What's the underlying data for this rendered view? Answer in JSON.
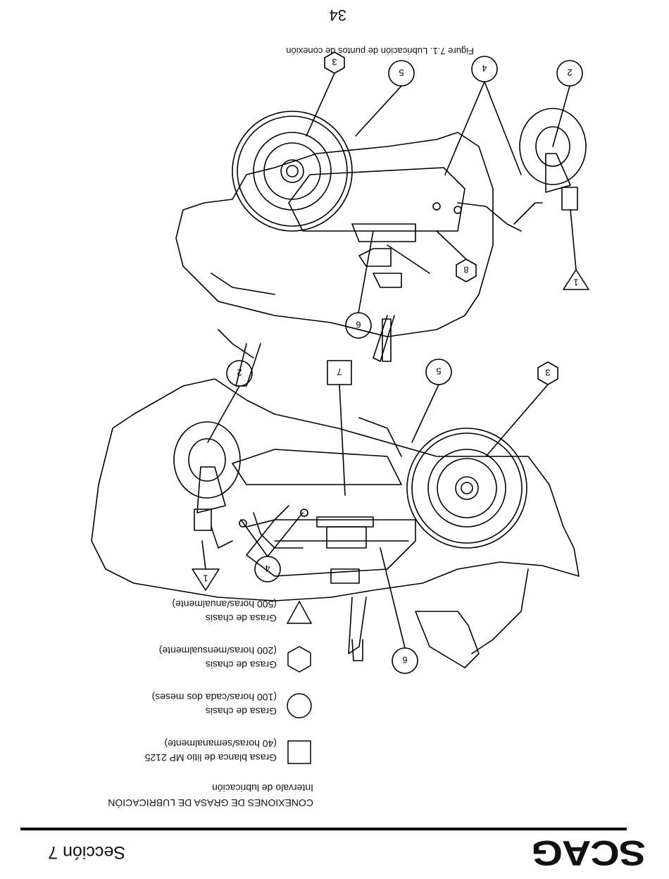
{
  "header": {
    "brand": "SCAG",
    "section": "Sección  7"
  },
  "legend": {
    "title_line1": "CONEXIONES DE GRASA DE LUBRICACIÓN",
    "title_line2": "Intervalo de lubricación",
    "items": [
      {
        "shape": "square",
        "line1": "Grasa blanca de litio MP 2125",
        "line2": "(40 horas/semanalmente)"
      },
      {
        "shape": "circle",
        "line1": "Grasa de chasis",
        "line2": "(100 horas/cada dos meses)"
      },
      {
        "shape": "hexagon",
        "line1": "Grasa de chasis",
        "line2": "(200 horas/mensualmente)"
      },
      {
        "shape": "triangle",
        "line1": "Grasa de chasis",
        "line2": "(500 horas/anualmente)"
      }
    ]
  },
  "callouts": {
    "top_diagram": [
      "1",
      "2",
      "3",
      "4",
      "5",
      "6",
      "7"
    ],
    "bottom_diagram": [
      "1",
      "2",
      "3",
      "4",
      "5",
      "6",
      "8"
    ]
  },
  "figure": {
    "caption": "Figure 7.1. Lubricación de puntos de conexión"
  },
  "page_number": "34"
}
